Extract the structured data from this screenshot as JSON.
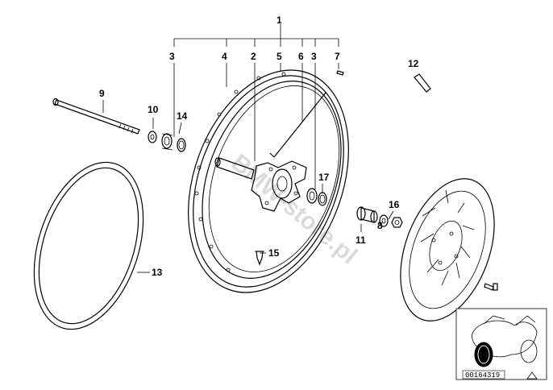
{
  "diagram": {
    "watermark": "BMW-store.pl",
    "reference_number": "00164319",
    "callouts": {
      "c1": "1",
      "c2": "2",
      "c3a": "3",
      "c3b": "3",
      "c4": "4",
      "c5": "5",
      "c6": "6",
      "c7": "7",
      "c8": "8",
      "c9": "9",
      "c10": "10",
      "c11": "11",
      "c12": "12",
      "c13": "13",
      "c14": "14",
      "c15": "15",
      "c16": "16",
      "c17": "17"
    }
  }
}
